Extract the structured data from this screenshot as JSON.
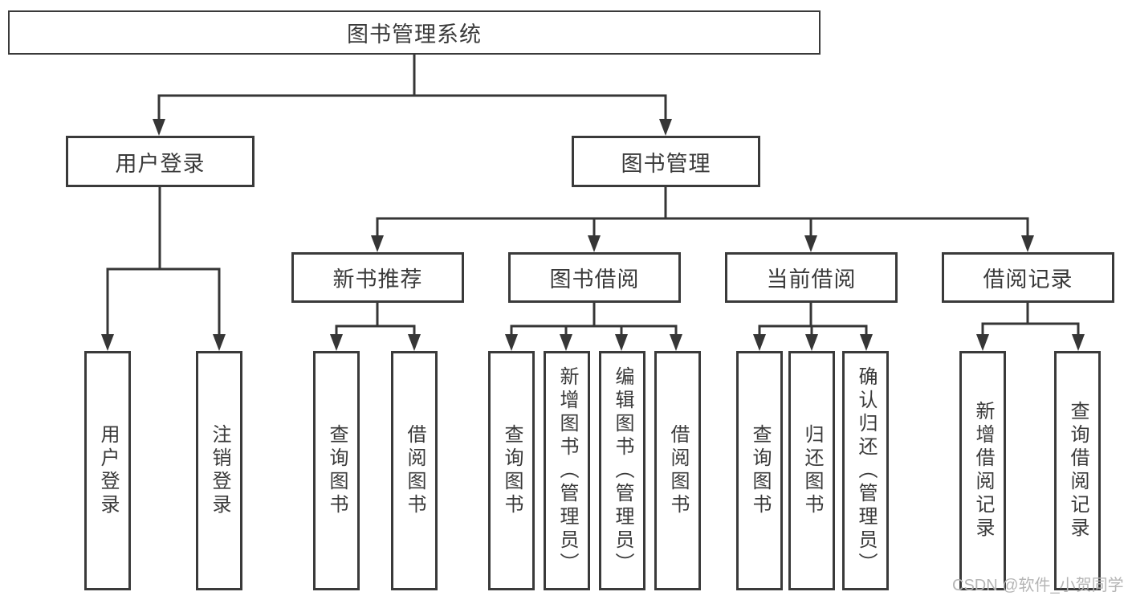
{
  "diagram": {
    "root": {
      "label": "图书管理系统"
    },
    "level2": [
      {
        "label": "用户登录"
      },
      {
        "label": "图书管理"
      }
    ],
    "level3": [
      {
        "label": "新书推荐"
      },
      {
        "label": "图书借阅"
      },
      {
        "label": "当前借阅"
      },
      {
        "label": "借阅记录"
      }
    ],
    "level4": [
      {
        "label": "用户登录"
      },
      {
        "label": "注销登录"
      },
      {
        "label": "查询图书"
      },
      {
        "label": "借阅图书"
      },
      {
        "label": "查询图书"
      },
      {
        "label": "新增图书（管理员）"
      },
      {
        "label": "编辑图书（管理员）"
      },
      {
        "label": "借阅图书"
      },
      {
        "label": "查询图书"
      },
      {
        "label": "归还图书"
      },
      {
        "label": "确认归还（管理员）"
      },
      {
        "label": "新增借阅记录"
      },
      {
        "label": "查询借阅记录"
      }
    ]
  },
  "watermark": {
    "text": "CSDN @软件_小贺同学"
  },
  "colors": {
    "line": "#363636",
    "text": "#3a3a3a",
    "watermark": "#b5b5b5",
    "background": "#ffffff"
  }
}
